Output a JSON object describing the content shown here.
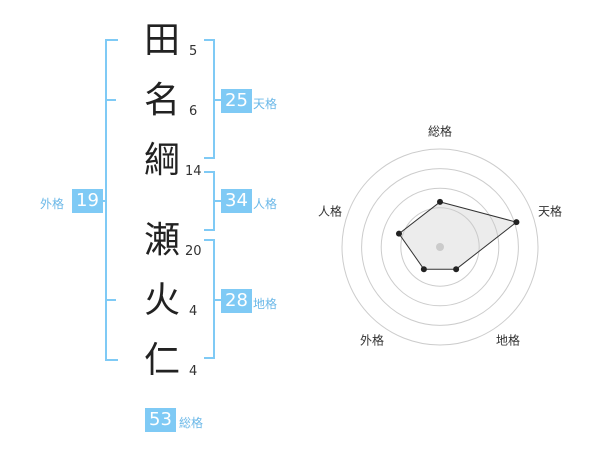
{
  "name_chars": [
    {
      "char": "田",
      "strokes": "5"
    },
    {
      "char": "名",
      "strokes": "6"
    },
    {
      "char": "綱",
      "strokes": "14"
    },
    {
      "char": "瀬",
      "strokes": "20"
    },
    {
      "char": "火",
      "strokes": "4"
    },
    {
      "char": "仁",
      "strokes": "4"
    }
  ],
  "kakaku": {
    "tenkaku": {
      "label": "天格",
      "value": "25"
    },
    "jinkaku": {
      "label": "人格",
      "value": "34"
    },
    "chikaku": {
      "label": "地格",
      "value": "28"
    },
    "gaikaku": {
      "label": "外格",
      "value": "19"
    },
    "soukaku": {
      "label": "総格",
      "value": "53"
    }
  },
  "radar": {
    "axes": [
      "総格",
      "天格",
      "地格",
      "外格",
      "人格"
    ],
    "levels": [
      2.3,
      4.1,
      1.4,
      1.4,
      2.2
    ],
    "max": 5,
    "accent_color": "#7fcaf5"
  }
}
